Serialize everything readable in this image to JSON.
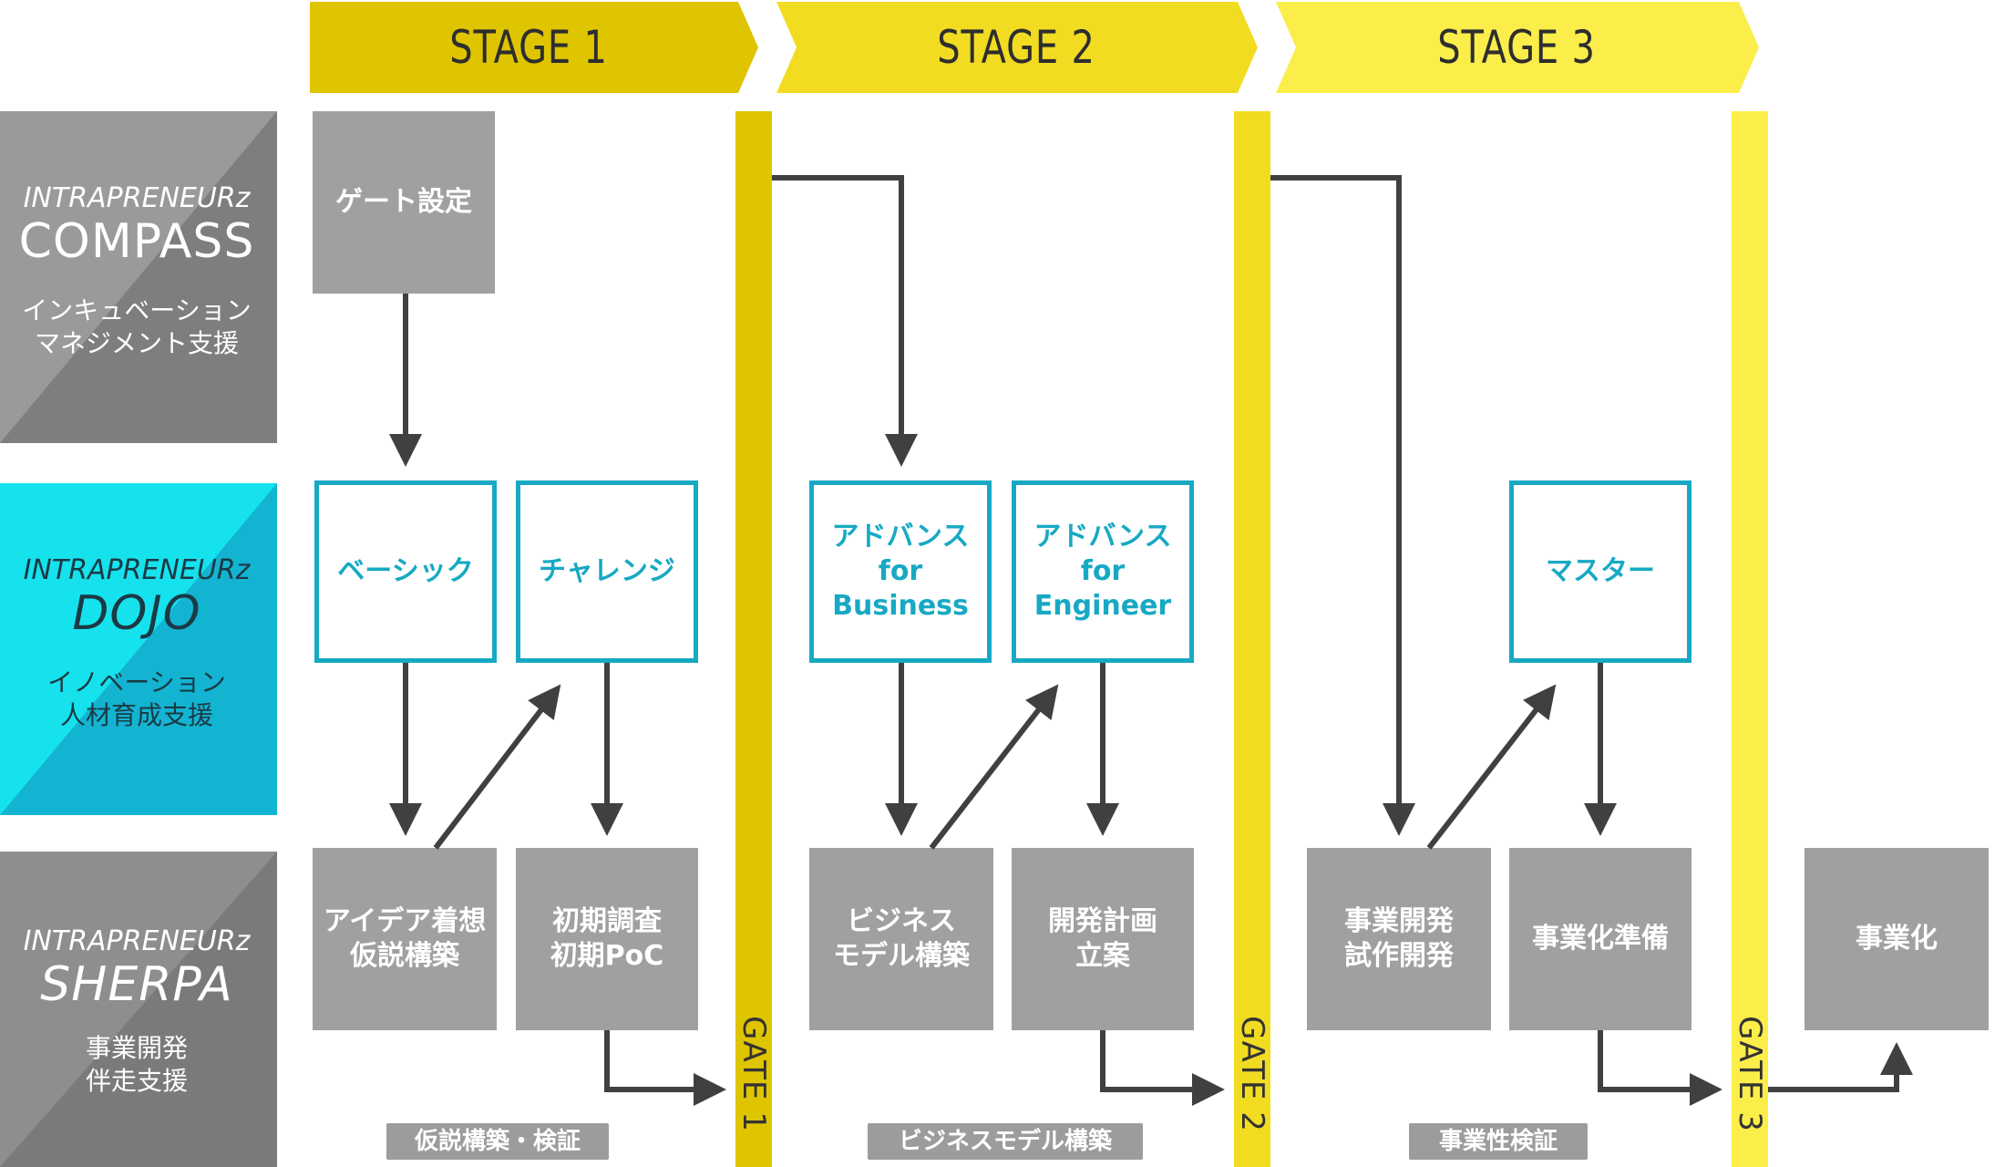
{
  "stages": [
    {
      "label": "STAGE 1",
      "color": "#dfc400"
    },
    {
      "label": "STAGE 2",
      "color": "#f2dc22"
    },
    {
      "label": "STAGE 3",
      "color": "#fcee4a"
    }
  ],
  "rows": {
    "compass": {
      "brand_small": "INTRAPRENEURz",
      "brand_big": "COMPASS",
      "desc": "インキュベーション\nマネジメント支援",
      "color_a": "#9a9a9a",
      "color_b": "#7e7e7e"
    },
    "dojo": {
      "brand_small": "INTRAPRENEURz",
      "brand_big": "DOJO",
      "desc": "イノベーション\n人材育成支援",
      "color_a": "#16e2ee",
      "color_b": "#13b4d2"
    },
    "sherpa": {
      "brand_small": "INTRAPRENEURz",
      "brand_big": "SHERPA",
      "desc": "事業開発\n伴走支援",
      "color_a": "#8e8e8e",
      "color_b": "#7a7a7a"
    }
  },
  "boxes": {
    "gate_setting": "ゲート設定",
    "basic": "ベーシック",
    "challenge": "チャレンジ",
    "advance_business": "アドバンス\nfor Business",
    "advance_engineer": "アドバンス\nfor Engineer",
    "master": "マスター",
    "idea": "アイデア着想\n仮説構築",
    "initial_research": "初期調査\n初期PoC",
    "business_model": "ビジネス\nモデル構築",
    "dev_plan": "開発計画\n立案",
    "biz_dev_proto": "事業開発\n試作開発",
    "commercial_prep": "事業化準備",
    "commercialization": "事業化"
  },
  "gates": [
    "GATE 1",
    "GATE 2",
    "GATE 3"
  ],
  "phases": [
    "仮説構築・検証",
    "ビジネスモデル構築",
    "事業性検証"
  ],
  "colors": {
    "gate1": "#dfc400",
    "gate2": "#f2dc22",
    "gate3": "#fcee4a",
    "teal": "#17a9c4",
    "gray_box": "#a0a0a0",
    "arrow": "#404040"
  }
}
